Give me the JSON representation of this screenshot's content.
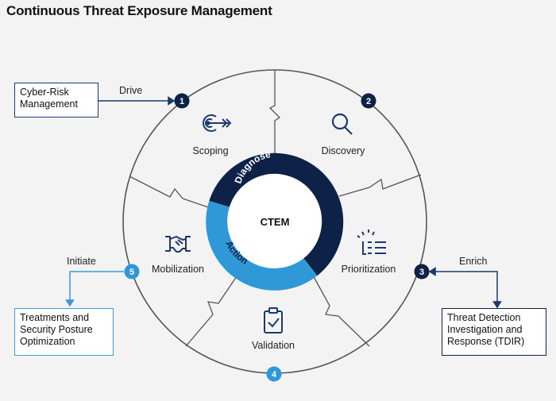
{
  "title": "Continuous Threat Exposure Management",
  "center_label": "CTEM",
  "ring": {
    "diagnose": "Diagnose",
    "action": "Action"
  },
  "stages": [
    {
      "number": "1",
      "label": "Scoping",
      "icon": "target-icon"
    },
    {
      "number": "2",
      "label": "Discovery",
      "icon": "magnifier-icon"
    },
    {
      "number": "3",
      "label": "Prioritization",
      "icon": "priority-list-icon"
    },
    {
      "number": "4",
      "label": "Validation",
      "icon": "clipboard-check-icon"
    },
    {
      "number": "5",
      "label": "Mobilization",
      "icon": "handshake-icon"
    }
  ],
  "external": {
    "cyber_risk": "Cyber-Risk Management",
    "drive": "Drive",
    "enrich": "Enrich",
    "tdir": "Threat Detection Investigation and Response (TDIR)",
    "initiate": "Initiate",
    "treatments": "Treatments and Security Posture Optimization"
  },
  "colors": {
    "navy": "#0e2147",
    "blue": "#2f98d6",
    "circle_stroke": "#555555",
    "icon": "#1b3a6b"
  }
}
